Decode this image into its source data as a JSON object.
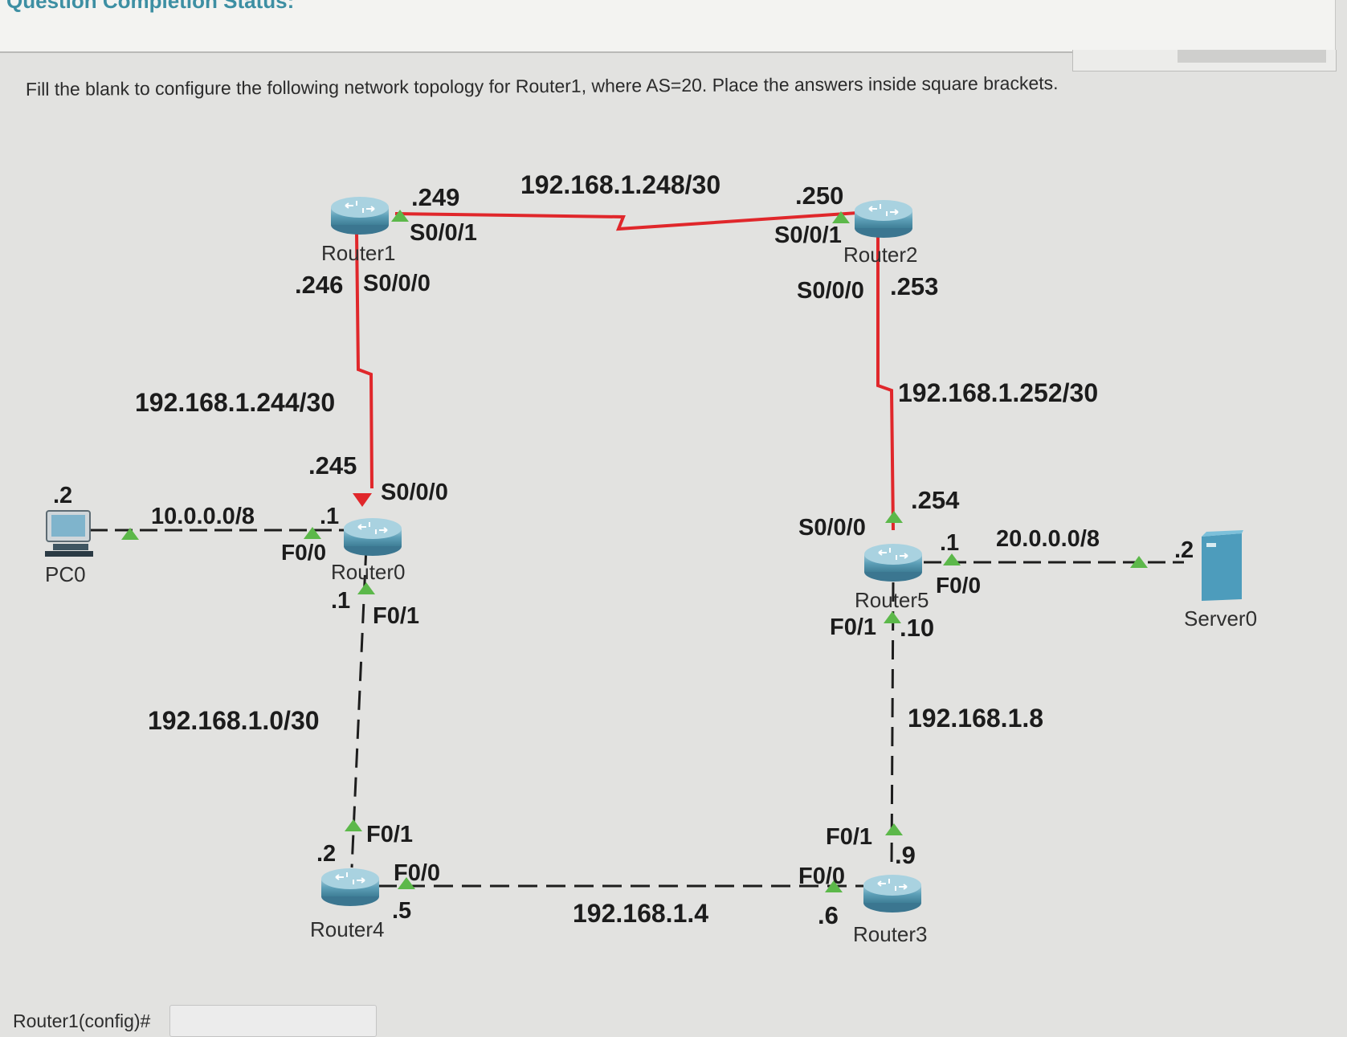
{
  "header": {
    "status_title": "Question Completion Status:"
  },
  "question": {
    "text": "Fill the blank to configure the following network topology for Router1, where AS=20. Place the answers inside square brackets."
  },
  "colors": {
    "serial_link": "#e0272b",
    "ethernet_link": "#1d1d1d",
    "port_up": "#5cb84a",
    "port_down": "#e0272b",
    "device": "#5fa6c0"
  },
  "topology": {
    "devices": {
      "router0": "Router0",
      "router1": "Router1",
      "router2": "Router2",
      "router3": "Router3",
      "router4": "Router4",
      "router5": "Router5",
      "pc0": "PC0",
      "server0": "Server0"
    },
    "networks": {
      "r1_r2": "192.168.1.248/30",
      "r1_r0": "192.168.1.244/30",
      "r2_r5": "192.168.1.252/30",
      "pc_lan": "10.0.0.0/8",
      "server_lan": "20.0.0.0/8",
      "r0_r4": "192.168.1.0/30",
      "r5_r3": "192.168.1.8",
      "r4_r3": "192.168.1.4"
    },
    "labels": {
      "r1_s001_ip": ".249",
      "r1_s001": "S0/0/1",
      "r1_s000_ip": ".246",
      "r1_s000": "S0/0/0",
      "r2_s001_ip": ".250",
      "r2_s001": "S0/0/1",
      "r2_s000": "S0/0/0",
      "r2_s000_ip": ".253",
      "r0_s000_ip": ".245",
      "r0_s000": "S0/0/0",
      "r0_f00_ip": ".1",
      "r0_f00": "F0/0",
      "r0_f01_ip": ".1",
      "r0_f01": "F0/1",
      "pc_ip": ".2",
      "r5_s000": "S0/0/0",
      "r5_s000_ip": ".254",
      "r5_f00_ip": ".1",
      "r5_f00": "F0/0",
      "r5_f01": "F0/1",
      "r5_f01_ip": ".10",
      "server_ip": ".2",
      "r4_f01": "F0/1",
      "r4_f01_ip": ".2",
      "r4_f00": "F0/0",
      "r4_f00_ip": ".5",
      "r3_f01": "F0/1",
      "r3_f01_ip": ".9",
      "r3_f00": "F0/0",
      "r3_f00_ip": ".6"
    }
  },
  "config": {
    "prompt": "Router1(config)#",
    "answer_value": ""
  }
}
